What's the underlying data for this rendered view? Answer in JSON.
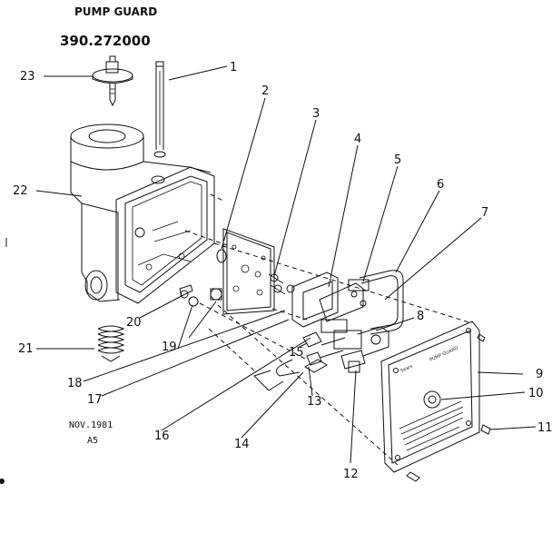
{
  "header": {
    "title": "PUMP GUARD",
    "model": "390.272000"
  },
  "footer": {
    "date": "NOV.1981",
    "code": "A5"
  },
  "plate": {
    "brand": "Sears",
    "title": "PUMP GUARD"
  },
  "callouts": [
    "1",
    "2",
    "3",
    "4",
    "5",
    "6",
    "7",
    "8",
    "9",
    "10",
    "11",
    "12",
    "13",
    "14",
    "15",
    "16",
    "17",
    "18",
    "19",
    "20",
    "21",
    "22",
    "23"
  ]
}
